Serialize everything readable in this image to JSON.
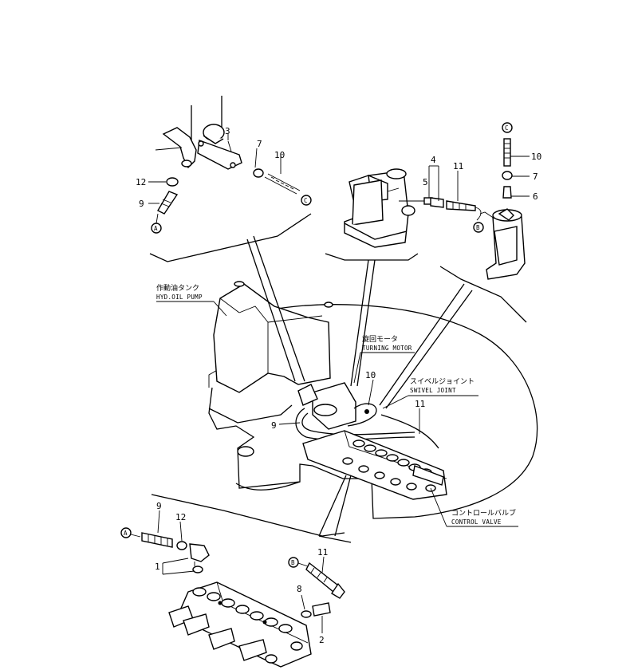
{
  "labels": {
    "top_left": [
      "3",
      "7",
      "10",
      "12",
      "9"
    ],
    "top_mid": [
      "4",
      "5",
      "11"
    ],
    "top_right": [
      "10",
      "7",
      "6"
    ],
    "center": [
      "10",
      "9",
      "11"
    ],
    "bottom": [
      "9",
      "12",
      "1",
      "11",
      "8",
      "2"
    ]
  },
  "refs": {
    "a": "A",
    "b": "B",
    "c": "C"
  },
  "callouts": {
    "hyd_jp": "作動油タンク",
    "hyd_en": "HYD.OIL PUMP",
    "motor_jp": "旋回モータ",
    "motor_en": "TURNING MOTOR",
    "swivel_jp": "スイベルジョイント",
    "swivel_en": "SWIVEL JOINT",
    "valve_jp": "コントロールバルブ",
    "valve_en": "CONTROL VALVE"
  }
}
